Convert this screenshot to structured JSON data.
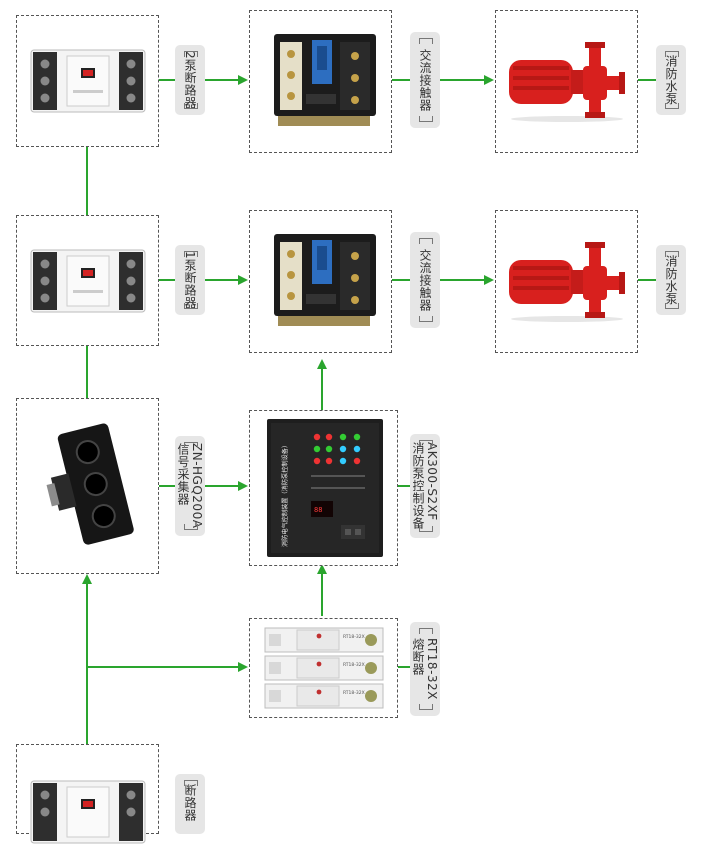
{
  "labels": {
    "breaker2": "2泵断路器",
    "breaker1": "1泵断路器",
    "breaker_main": "断路器",
    "contactor_top": "交流接触器",
    "contactor_mid": "交流接触器",
    "pump_top": "消防水泵",
    "pump_mid": "消防水泵",
    "sampler_model": "ZN-HGQ200A",
    "sampler_name": "信号采集器",
    "controller_model": "AK300-S2XF",
    "controller_name": "消防泵控制设备",
    "fuse_model": "RT18-32X",
    "fuse_name": "熔断器"
  },
  "devices": {
    "controller_panel_title": "消防电气控制装置（消防泵控制设备）",
    "fuse_spec": "RT18-32X"
  },
  "colors": {
    "connector": "#2aa52e",
    "dashed_border": "#555555",
    "label_bg": "#e6e6e6",
    "pump_red": "#d8201e",
    "panel_dark": "#222222"
  }
}
